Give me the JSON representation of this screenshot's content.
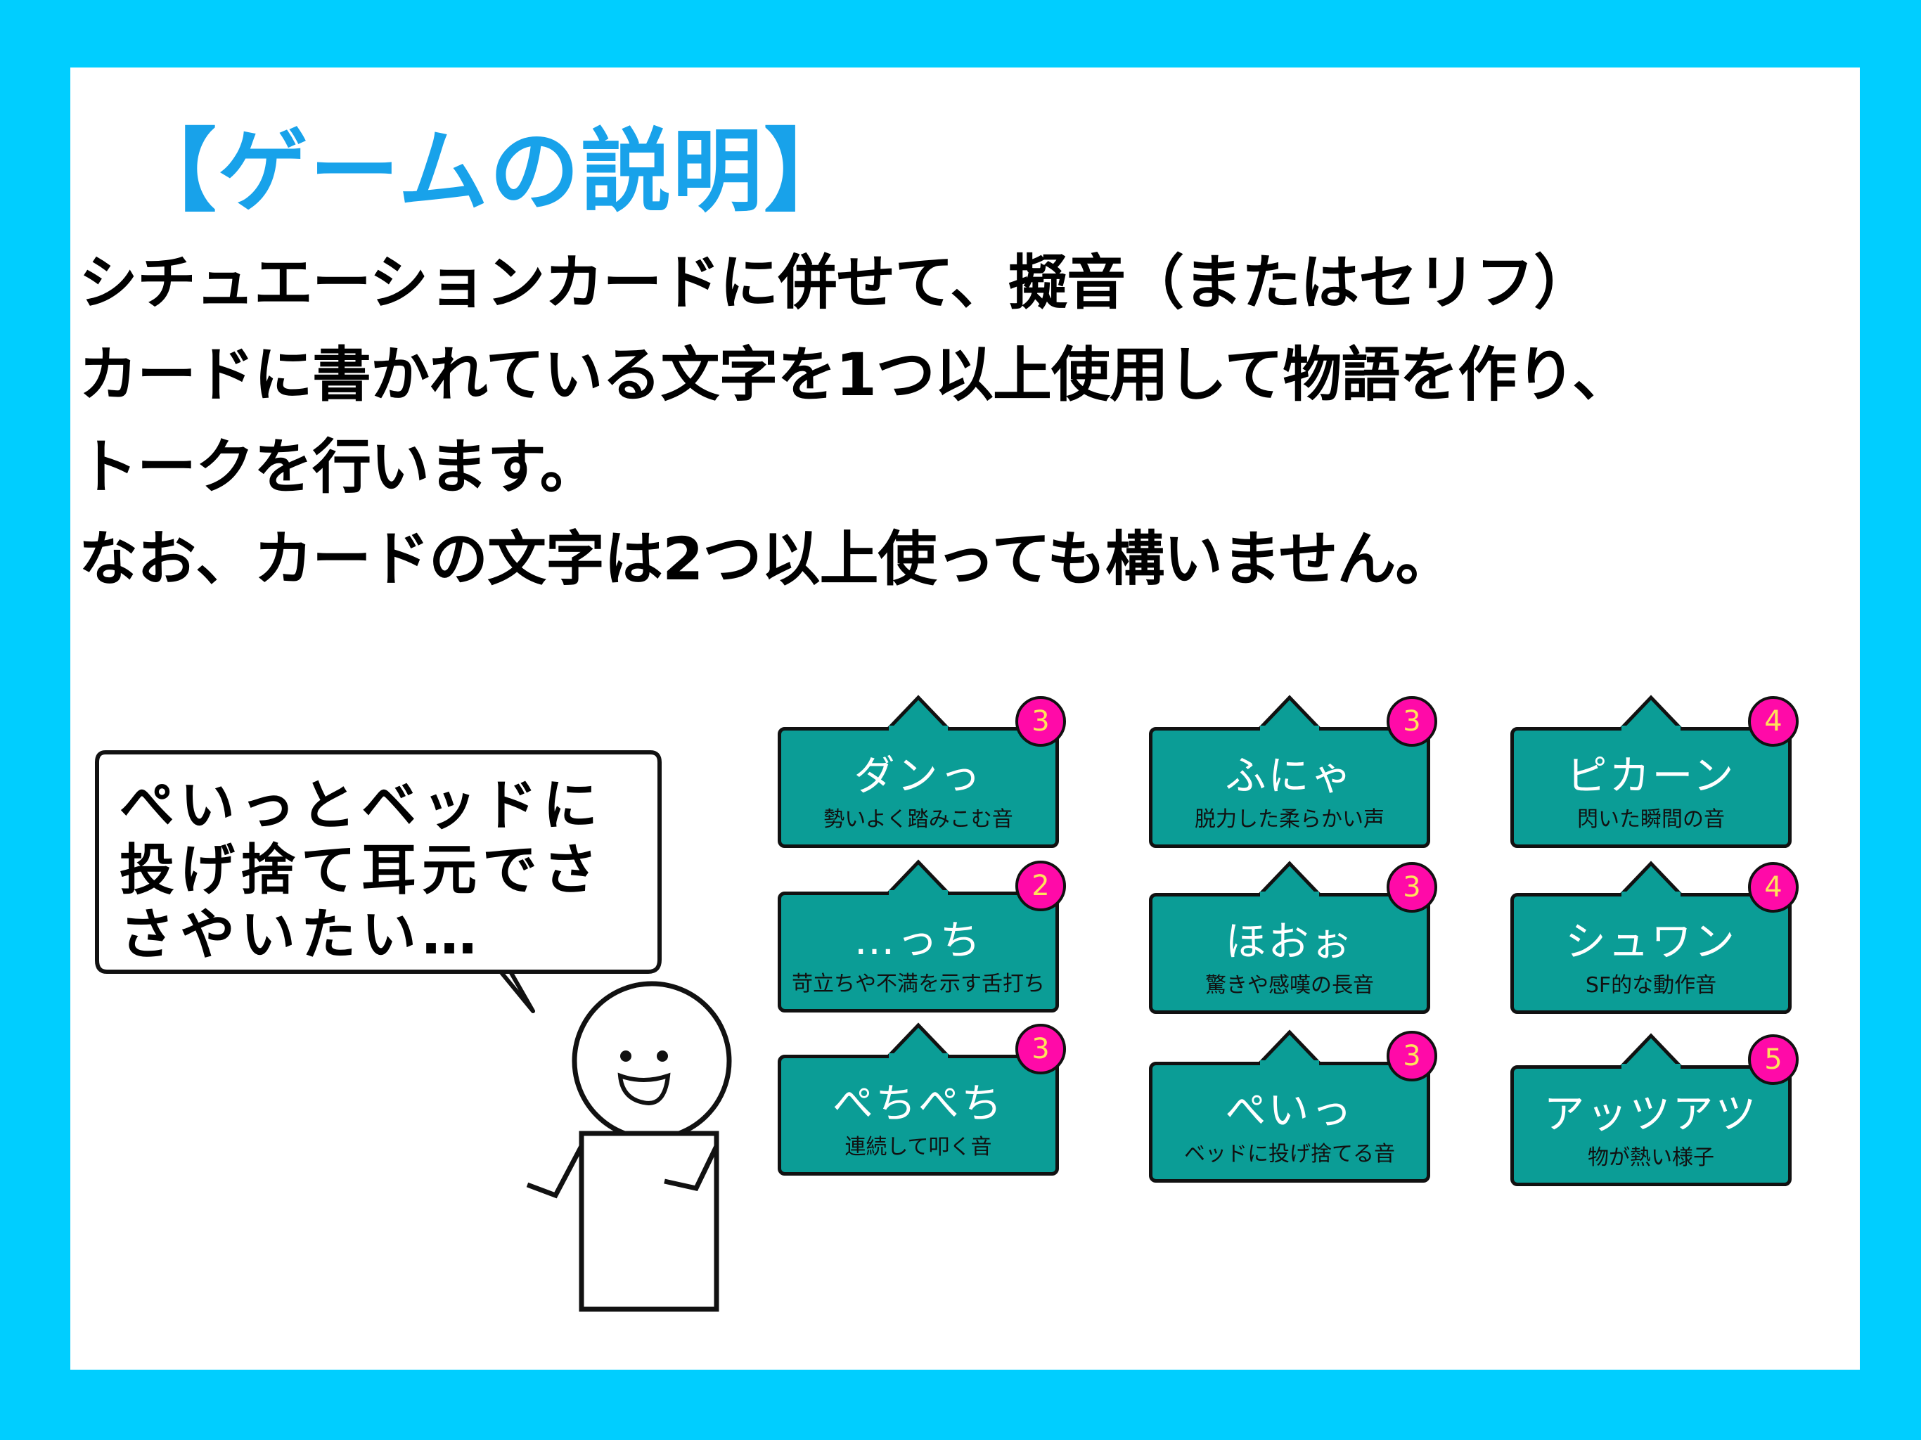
{
  "title": "【ゲームの説明】",
  "description_lines": [
    "シチュエーションカードに併せて、擬音（またはセリフ）",
    "カードに書かれている文字を1つ以上使用して物語を作り、",
    "トークを行います。",
    "なお、カードの文字は2つ以上使っても構いません。"
  ],
  "speech_bubble": "ぺいっとベッドに投げ捨て耳元でささやいたい…",
  "cards": [
    {
      "word": "ダンっ",
      "desc": "勢いよく踏みこむ音",
      "count": "3"
    },
    {
      "word": "ふにゃ",
      "desc": "脱力した柔らかい声",
      "count": "3"
    },
    {
      "word": "ピカーン",
      "desc": "閃いた瞬間の音",
      "count": "4"
    },
    {
      "word": "…っち",
      "desc": "苛立ちや不満を示す舌打ち",
      "count": "2"
    },
    {
      "word": "ほおぉ",
      "desc": "驚きや感嘆の長音",
      "count": "3"
    },
    {
      "word": "シュワン",
      "desc": "SF的な動作音",
      "count": "4"
    },
    {
      "word": "ぺちぺち",
      "desc": "連続して叩く音",
      "count": "3"
    },
    {
      "word": "ぺいっ",
      "desc": "ベッドに投げ捨てる音",
      "count": "3"
    },
    {
      "word": "アッツアツ",
      "desc": "物が熱い様子",
      "count": "5"
    }
  ],
  "colors": {
    "frame": "#00ceff",
    "title": "#18a2ea",
    "card": "#0b9d96",
    "badge": "#ff0aa8"
  }
}
